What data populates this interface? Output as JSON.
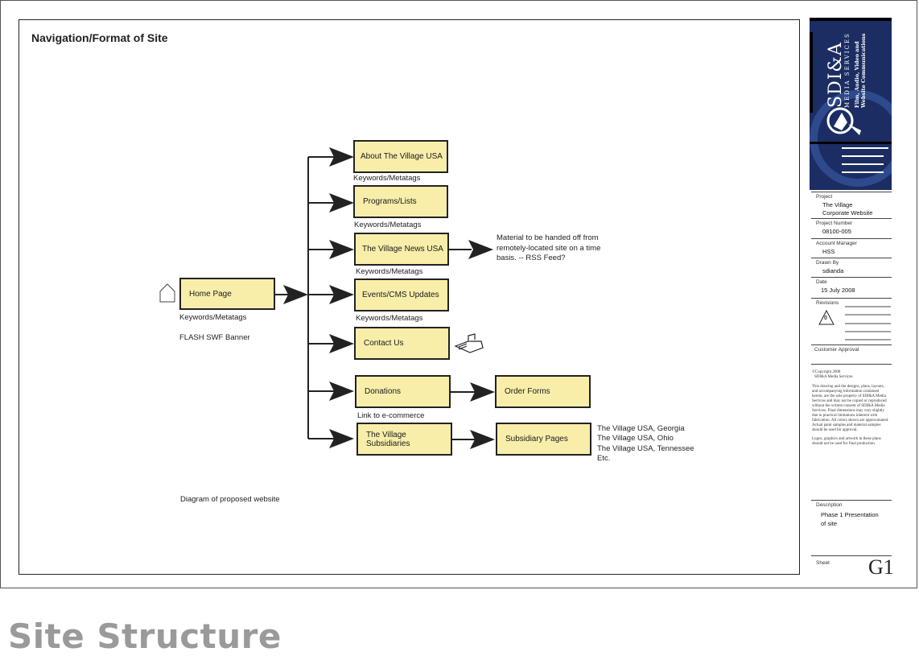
{
  "title": "Navigation/Format of Site",
  "nodes": {
    "home": "Home Page",
    "about": "About The Village USA",
    "programs": "Programs/Lists",
    "news": "The Village News USA",
    "events": "Events/CMS Updates",
    "contact": "Contact Us",
    "donations": "Donations",
    "subsidiaries": "The Village Subsidiaries",
    "order_forms": "Order Forms",
    "subsidiary_pages": "Subsidiary Pages"
  },
  "notes": {
    "kw_home": "Keywords/Metatags",
    "flash": "FLASH SWF Banner",
    "kw_about": "Keywords/Metatags",
    "kw_programs": "Keywords/Metatags",
    "kw_news": "Keywords/Metatags",
    "kw_events": "Keywords/Metatags",
    "news_note_1": "Material to be handed off from",
    "news_note_2": "remotely-located site on a time",
    "news_note_3": "basis. -- RSS Feed?",
    "ecommerce": "Link to e-commerce",
    "sub_1": "The Village USA, Georgia",
    "sub_2": "The Village USA, Ohio",
    "sub_3": "The Village USA, Tennessee",
    "sub_4": "Etc.",
    "caption": "Diagram of proposed website"
  },
  "titleblock": {
    "logo_main": "SDI&A",
    "logo_sub": "MEDIA SERVICES",
    "logo_tag_1": "Film, Audio, Video and",
    "logo_tag_2": "Website Communications",
    "project_label": "Project",
    "project_1": "The Village",
    "project_2": "Corporate Website",
    "number_label": "Project Number",
    "number": "08100-005",
    "manager_label": "Account Manager",
    "manager": "HSS",
    "drawn_label": "Drawn By",
    "drawn": "sdianda",
    "date_label": "Date",
    "date": "15 July 2008",
    "revisions_label": "Revisions",
    "revision_mark": "0",
    "approval_label": "Customer Approval",
    "copyright_1": "©Copyright 2008",
    "copyright_2": "SDI&A Media Services",
    "legal_1": "This drawing and the designs, plans, layouts, and accompanying information contained herein, are the sole property of SDI&A Media Services and may not be copied or reproduced without the written consent of SDI&A Media Services. Final dimensions may vary slightly due to practical limitations inherent with fabrication. All colors shown are approximated. Actual paint samples and material samples should be used for approval.",
    "legal_2": "Logos, graphics and artwork in these plans should not be used for final production.",
    "description_label": "Description",
    "description_1": "Phase 1 Presentation",
    "description_2": "of site",
    "sheet_label": "Sheet",
    "sheet": "G1"
  },
  "footer_title": "Site Structure"
}
